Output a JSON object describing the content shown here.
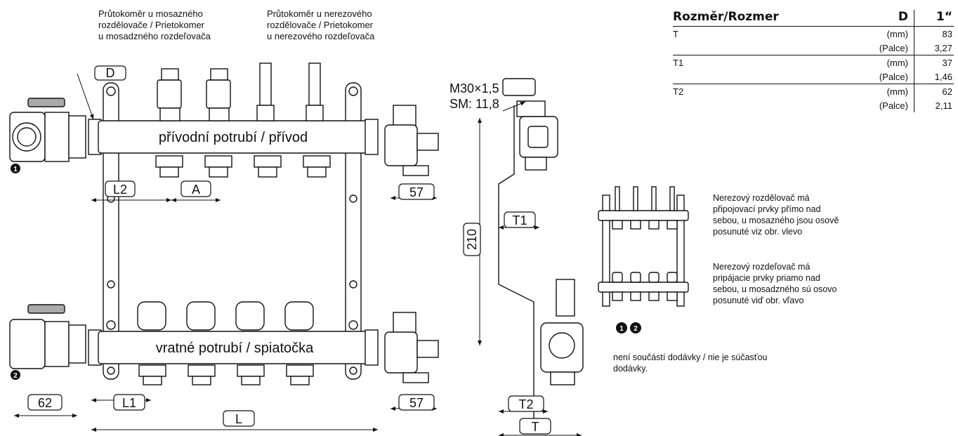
{
  "captions": {
    "brass_flowmeter": [
      "Průtokoměr u mosazného",
      "rozdělovače / Prietokomer",
      "u mosadzného rozdeľovača"
    ],
    "stainless_flowmeter": [
      "Průtokoměr u nerezového",
      "rozdělovače / Prietokomer",
      "u nerezového rozdeľovača"
    ]
  },
  "labels": {
    "supply": "přívodní potrubí / přívod",
    "return": "vratné potrubí / spiatočka",
    "thread_1": "M30×1,5",
    "thread_2": "SM: 11,8"
  },
  "dimensions": {
    "D": "D",
    "L2": "L2",
    "A": "A",
    "L1": "L1",
    "L": "L",
    "w62": "62",
    "w57a": "57",
    "w57b": "57",
    "h210": "210",
    "T1": "T1",
    "T2": "T2",
    "T": "T"
  },
  "markers": {
    "one": "1",
    "two": "2"
  },
  "table": {
    "header_left": "Rozměr/Rozmer",
    "header_mid": "D",
    "header_right": "1“",
    "rows": [
      {
        "name": "T",
        "unit": "(mm)",
        "value": "83"
      },
      {
        "name": "",
        "unit": "(Palce)",
        "value": "3,27"
      },
      {
        "name": "T1",
        "unit": "(mm)",
        "value": "37"
      },
      {
        "name": "",
        "unit": "(Palce)",
        "value": "1,46"
      },
      {
        "name": "T2",
        "unit": "(mm)",
        "value": "62"
      },
      {
        "name": "",
        "unit": "(Palce)",
        "value": "2,11"
      }
    ]
  },
  "notes": {
    "cz": [
      "Nerezový rozdělovač má",
      "připojovací prvky přímo nad",
      "sebou, u mosazného jsou osově",
      "posunuté viz obr. vlevo"
    ],
    "sk": [
      "Nerezový rozdeľovač má",
      "pripájacie prvky priamo nad",
      "sebou, u mosadzného sú osovo",
      "posunuté viď obr. vľavo"
    ],
    "not_included": [
      "není součástí dodávky / nie je súčasťou",
      "dodávky."
    ]
  }
}
